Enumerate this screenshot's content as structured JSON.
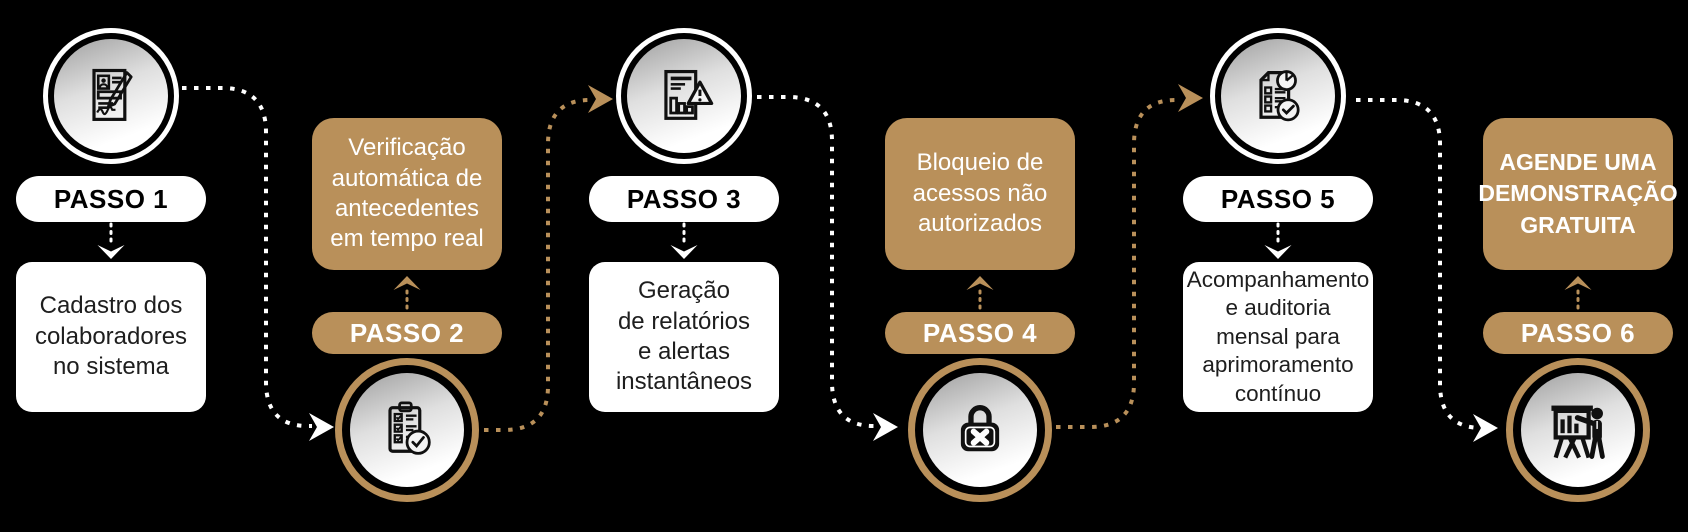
{
  "palette": {
    "background": "#000000",
    "gold": "#b9905a",
    "white": "#ffffff",
    "text_dark": "#1e1e1e"
  },
  "steps": [
    {
      "label": "PASSO 1",
      "variant": "white",
      "icon": "signed-document-icon",
      "description": "Cadastro dos\ncolaboradores\nno sistema"
    },
    {
      "label": "PASSO 2",
      "variant": "gold",
      "icon": "checklist-check-icon",
      "description": "Verificação\nautomática de\nantecedentes\nem tempo real"
    },
    {
      "label": "PASSO 3",
      "variant": "white",
      "icon": "report-alert-icon",
      "description": "Geração\nde relatórios\ne alertas\ninstantâneos"
    },
    {
      "label": "PASSO 4",
      "variant": "gold",
      "icon": "lock-blocked-icon",
      "description": "Bloqueio de\nacessos não\nautorizados"
    },
    {
      "label": "PASSO 5",
      "variant": "white",
      "icon": "audit-report-icon",
      "description": "Acompanhamento\ne auditoria\nmensal para\naprimoramento\ncontínuo"
    },
    {
      "label": "PASSO 6",
      "variant": "gold",
      "icon": "presentation-icon",
      "description": "AGENDE UMA\nDEMONSTRAÇÃO\nGRATUITA"
    }
  ],
  "connectors": [
    {
      "from": "step-1",
      "to": "step-2",
      "color": "#ffffff",
      "style": "dashed-curve"
    },
    {
      "from": "step-2",
      "to": "step-3",
      "color": "#b9905a",
      "style": "dashed-curve"
    },
    {
      "from": "step-3",
      "to": "step-4",
      "color": "#ffffff",
      "style": "dashed-curve"
    },
    {
      "from": "step-4",
      "to": "step-5",
      "color": "#b9905a",
      "style": "dashed-curve"
    },
    {
      "from": "step-5",
      "to": "step-6",
      "color": "#ffffff",
      "style": "dashed-curve"
    }
  ]
}
